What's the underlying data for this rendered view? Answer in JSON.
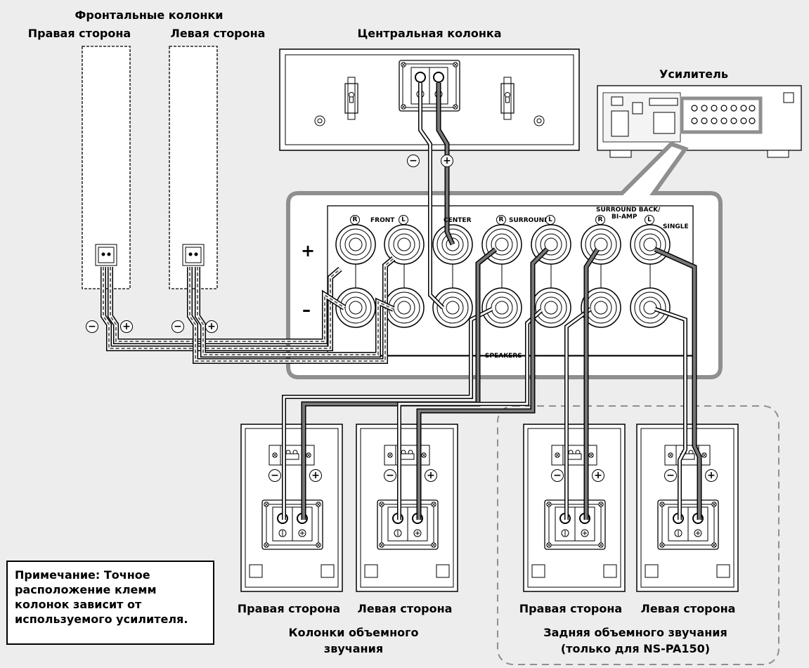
{
  "front": {
    "group_title": "Фронтальные колонки",
    "right": "Правая сторона",
    "left": "Левая сторона"
  },
  "center": {
    "title": "Центральная колонка"
  },
  "amplifier": {
    "title": "Усилитель"
  },
  "terminal_panel": {
    "plus": "+",
    "minus": "–",
    "front": "FRONT",
    "center": "CENTER",
    "surround": "SURROUND",
    "surround_back": "SURROUND BACK/",
    "bi_amp": "BI-AMP",
    "single": "SINGLE",
    "speakers": "SPEAKERS",
    "r": "R",
    "l": "L"
  },
  "polarity": {
    "minus": "−",
    "plus": "+"
  },
  "surround": {
    "right": "Правая сторона",
    "left": "Левая сторона",
    "group_line1": "Колонки объемного",
    "group_line2": "звучания"
  },
  "surround_back": {
    "right": "Правая сторона",
    "left": "Левая сторона",
    "group_line1": "Задняя объемного звучания",
    "group_line2": "(только для NS-PA150)"
  },
  "note": {
    "text": "Примечание: Точное расположение клемм колонок зависит от используемого усилителя."
  },
  "colors": {
    "background": "#ededed",
    "panel_border": "#8f8f8f",
    "cable": "#555555",
    "line": "#000000"
  }
}
